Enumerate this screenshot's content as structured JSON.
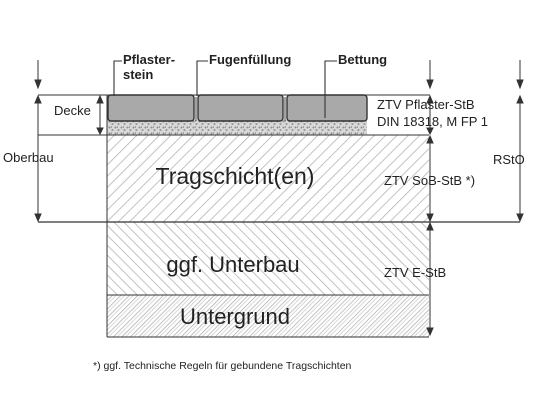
{
  "labels": {
    "pflaster_line1": "Pflaster-",
    "pflaster_line2": "stein",
    "fugenfuellung": "Fugenfüllung",
    "bettung": "Bettung",
    "decke": "Decke",
    "oberbau": "Oberbau",
    "rsto": "RStO",
    "ztv_pflaster_line1": "ZTV Pflaster-StB",
    "ztv_pflaster_line2": "DIN 18318, M FP 1",
    "ztv_sob": "ZTV SoB-StB *)",
    "ztv_e": "ZTV E-StB"
  },
  "layers": {
    "tragschicht": "Tragschicht(en)",
    "unterbau": "ggf. Unterbau",
    "untergrund": "Untergrund"
  },
  "footnote": "*) ggf. Technische Regeln für gebundene Tragschichten",
  "colors": {
    "hatch_light": "#c8c8c8",
    "hatch_dark": "#9a9a9a",
    "stone_fill": "#a9a9a9",
    "bedding_fill": "#cfcfcf",
    "line": "#333333"
  }
}
